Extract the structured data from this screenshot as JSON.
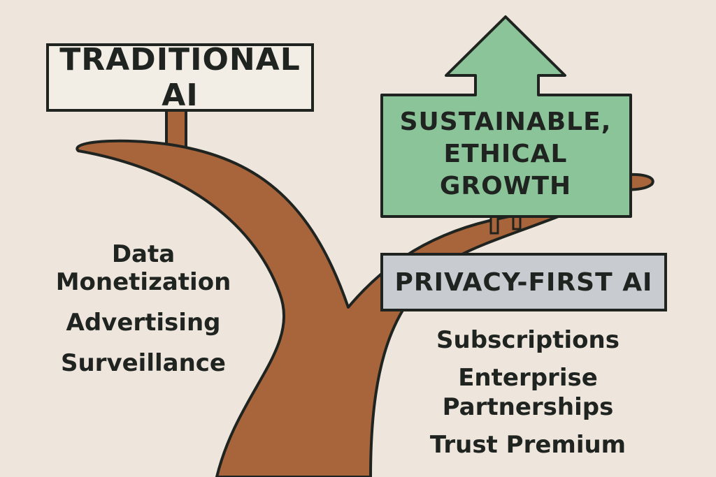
{
  "signs": {
    "traditional": "TRADITIONAL AI",
    "privacy_first": "PRIVACY-FIRST AI",
    "growth": "SUSTAINABLE,\nETHICAL\nGROWTH"
  },
  "left_items": [
    "Data",
    "Monetization",
    "Advertising",
    "Surveillance"
  ],
  "right_items": [
    "Subscriptions",
    "Enterprise",
    "Partnerships",
    "Trust Premium"
  ],
  "colors": {
    "background": "#eee6dd",
    "trunk": "#a8643a",
    "outline": "#1f2420",
    "growth_sign": "#8cc49a",
    "privacy_sign": "#c8ccd0",
    "traditional_sign": "#f2ede5"
  }
}
